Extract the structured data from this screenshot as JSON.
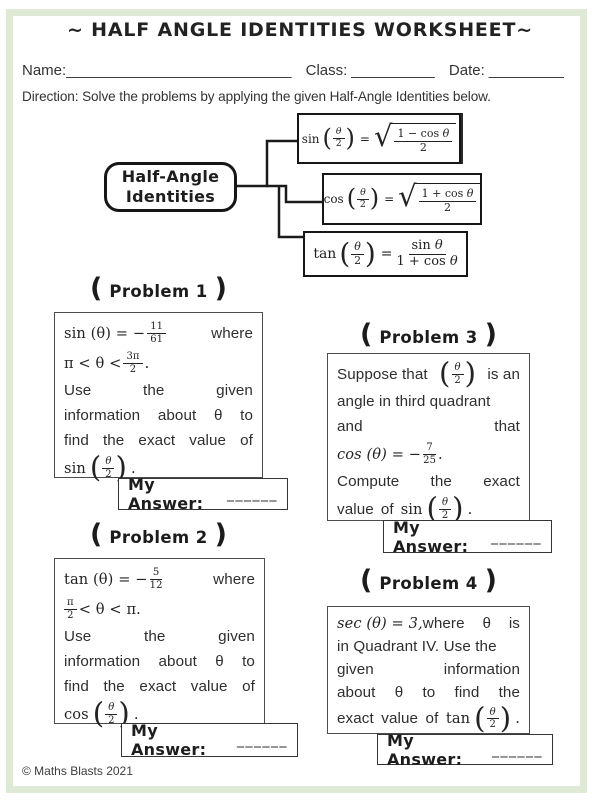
{
  "colors": {
    "frame_green": "#dfead6",
    "ink": "#2e2e2e",
    "border_black": "#161616"
  },
  "ui": {
    "lp": "(",
    "rp": ")",
    "radical": "√"
  },
  "page": {
    "title": "~ HALF ANGLE IDENTITIES WORKSHEET~",
    "name_label": "Name:",
    "name_blank": "___________________________",
    "class_label": "Class:",
    "class_blank": "__________",
    "date_label": "Date:",
    "date_blank": "_________",
    "direction": "Direction: Solve the problems by applying the given Half-Angle Identities below.",
    "footer": "© Maths Blasts 2021"
  },
  "diagram": {
    "node_line1": "Half-Angle",
    "node_line2": "Identities",
    "sin": {
      "fn": "sin",
      "arg_num": "θ",
      "arg_den": "2",
      "eq": "=",
      "rad_pre": "1 − cos",
      "rad_theta": "θ",
      "rad_den": "2"
    },
    "cos": {
      "fn": "cos",
      "arg_num": "θ",
      "arg_den": "2",
      "eq": "=",
      "rad_pre": "1 + cos",
      "rad_theta": "θ",
      "rad_den": "2"
    },
    "tan": {
      "fn": "tan",
      "arg_num": "θ",
      "arg_den": "2",
      "eq": "=",
      "num_pre": "sin",
      "num_theta": "θ",
      "den_pre": "1 + cos",
      "den_theta": "θ"
    }
  },
  "problems": {
    "p1": {
      "heading": "Problem 1",
      "given": "sin (θ) = −",
      "given_num": "11",
      "given_den": "61",
      "where": "where",
      "range_pre": "π < θ <",
      "range_num": "3π",
      "range_den": "2",
      "range_end": ".",
      "w1": "Use",
      "w2": "the",
      "w3": "given",
      "w4": "information",
      "w5": "about",
      "w6": "θ",
      "w7": "to",
      "w8": "find",
      "w9": "the",
      "w10": "exact",
      "w11": "value",
      "w12": "of",
      "target": "sin",
      "target_num": "θ",
      "target_den": "2",
      "end": ".",
      "answer_label": "My Answer:",
      "answer_blank": "______"
    },
    "p2": {
      "heading": "Problem 2",
      "given": "tan (θ) = −",
      "given_num": "5",
      "given_den": "12",
      "where": "where",
      "range_num": "π",
      "range_den": "2",
      "range_post": "< θ < π.",
      "w1": "Use",
      "w2": "the",
      "w3": "given",
      "w4": "information",
      "w5": "about",
      "w6": "θ",
      "w7": "to",
      "w8": "find",
      "w9": "the",
      "w10": "exact",
      "w11": "value",
      "w12": "of",
      "target": "cos",
      "target_num": "θ",
      "target_den": "2",
      "end": ".",
      "answer_label": "My Answer:",
      "answer_blank": "______"
    },
    "p3": {
      "heading": "Problem 3",
      "l1a": "Suppose that",
      "l1_num": "θ",
      "l1_den": "2",
      "l1b": "is an",
      "l2": "angle in third quadrant",
      "l3a": "and",
      "l3b": "that",
      "l4": "cos (θ) = −",
      "l4_num": "7",
      "l4_den": "25",
      "l4_end": ".",
      "l5a": "Compute",
      "l5b": "the",
      "l5c": "exact",
      "l6a": "value",
      "l6b": "of",
      "target": "sin",
      "target_num": "θ",
      "target_den": "2",
      "end": ".",
      "answer_label": "My Answer:",
      "answer_blank": "______"
    },
    "p4": {
      "heading": "Problem 4",
      "l1a": "sec (θ) = 3,",
      "l1b": "where",
      "l1c": "θ",
      "l1d": "is",
      "l2": "in Quadrant IV. Use the",
      "l3a": "given",
      "l3b": "information",
      "l4a": "about",
      "l4b": "θ",
      "l4c": "to",
      "l4d": "find",
      "l4e": "the",
      "l5a": "exact",
      "l5b": "value",
      "l5c": "of",
      "target": "tan",
      "target_num": "θ",
      "target_den": "2",
      "end": ".",
      "answer_label": "My Answer:",
      "answer_blank": "______"
    }
  }
}
